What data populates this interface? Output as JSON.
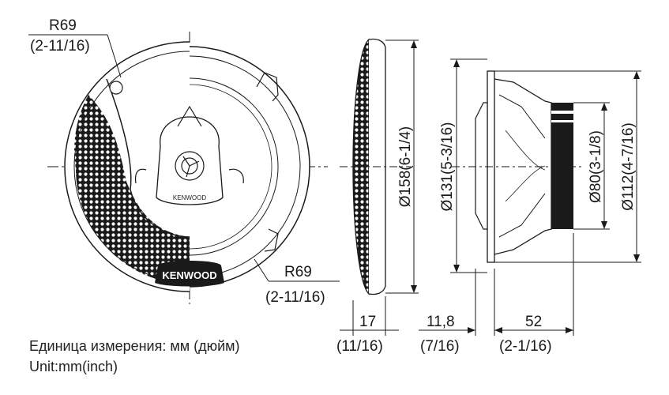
{
  "front_view": {
    "radius_top": {
      "value": "R69",
      "inch": "(2-11/16)"
    },
    "radius_bottom": {
      "value": "R69",
      "inch": "(2-11/16)"
    },
    "logo_grille": "KENWOOD",
    "logo_tweeter": "KENWOOD"
  },
  "side_view": {
    "diameter_outer": "Ø158(6-1/4)",
    "thickness": {
      "value": "17",
      "inch": "(11/16)"
    }
  },
  "profile_view": {
    "diameter_mount": "Ø131(5-3/16)",
    "diameter_magnet": "Ø80(3-1/8)",
    "diameter_frame": "Ø112(4-7/16)",
    "flange_depth": {
      "value": "11,8",
      "inch": "(7/16)"
    },
    "mount_depth": {
      "value": "52",
      "inch": "(2-1/16)"
    }
  },
  "unit_note": {
    "ru": "Единица измерения: мм (дюйм)",
    "en": "Unit:mm(inch)"
  },
  "colors": {
    "line": "#1a1a1a",
    "grille": "#1a1a1a",
    "background": "#ffffff"
  }
}
